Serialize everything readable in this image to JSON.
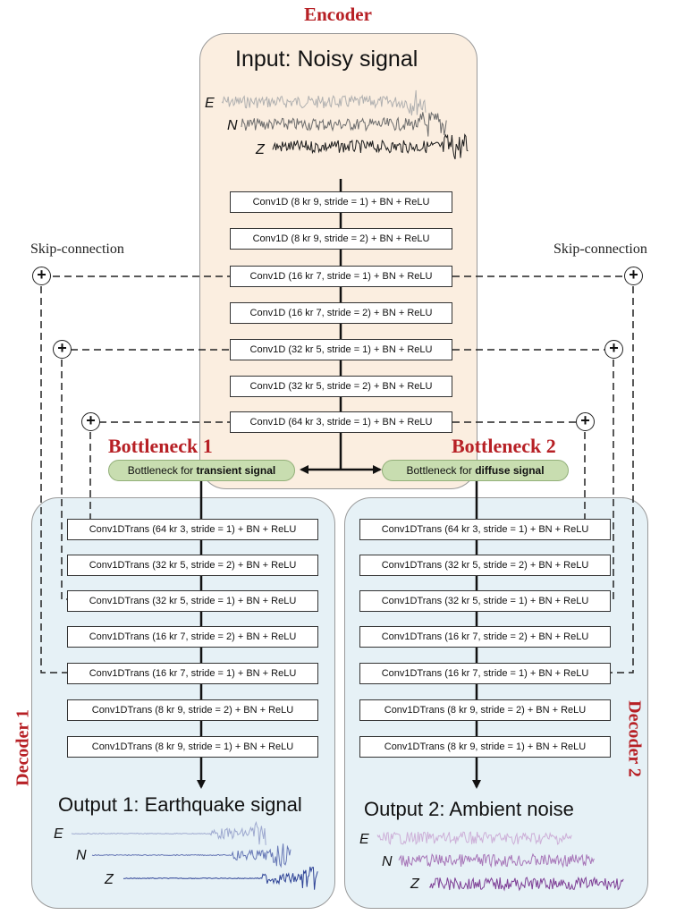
{
  "encoder": {
    "title": "Encoder",
    "input_label": "Input: Noisy signal",
    "components": [
      "E",
      "N",
      "Z"
    ],
    "layers": [
      "Conv1D (8 kr 9, stride = 1) + BN + ReLU",
      "Conv1D (8 kr 9, stride = 2) + BN + ReLU",
      "Conv1D (16 kr 7, stride = 1) + BN + ReLU",
      "Conv1D (16 kr 7, stride = 2) + BN + ReLU",
      "Conv1D (32 kr 5, stride = 1) + BN + ReLU",
      "Conv1D (32 kr 5, stride = 2) + BN + ReLU",
      "Conv1D (64 kr 3, stride = 1) + BN + ReLU"
    ]
  },
  "skip": {
    "left_label": "Skip-connection",
    "right_label": "Skip-connection",
    "symbol": "+"
  },
  "bottlenecks": [
    {
      "title": "Bottleneck 1",
      "prefix": "Bottleneck for ",
      "emphasis": "transient signal"
    },
    {
      "title": "Bottleneck 2",
      "prefix": "Bottleneck for ",
      "emphasis": "diffuse signal"
    }
  ],
  "decoder1": {
    "title": "Decoder 1",
    "output_label": "Output 1: Earthquake signal",
    "components": [
      "E",
      "N",
      "Z"
    ],
    "layers": [
      "Conv1DTrans (64 kr 3, stride = 1) + BN + ReLU",
      "Conv1DTrans (32 kr 5, stride = 2) + BN + ReLU",
      "Conv1DTrans (32 kr 5, stride = 1) + BN + ReLU",
      "Conv1DTrans (16 kr 7, stride = 2) + BN + ReLU",
      "Conv1DTrans (16 kr 7, stride = 1) + BN + ReLU",
      "Conv1DTrans (8 kr 9, stride = 2) + BN + ReLU",
      "Conv1DTrans (8 kr 9, stride = 1) + BN + ReLU"
    ]
  },
  "decoder2": {
    "title": "Decoder 2",
    "output_label": "Output 2: Ambient noise",
    "components": [
      "E",
      "N",
      "Z"
    ],
    "layers": [
      "Conv1DTrans (64 kr 3, stride = 1) + BN + ReLU",
      "Conv1DTrans (32 kr 5, stride = 2) + BN + ReLU",
      "Conv1DTrans (32 kr 5, stride = 1) + BN + ReLU",
      "Conv1DTrans (16 kr 7, stride = 2) + BN + ReLU",
      "Conv1DTrans (16 kr 7, stride = 1) + BN + ReLU",
      "Conv1DTrans (8 kr 9, stride = 2) + BN + ReLU",
      "Conv1DTrans (8 kr 9, stride = 1) + BN + ReLU"
    ]
  },
  "colors": {
    "title_red": "#b72025",
    "encoder_bg": "#fbeee0",
    "decoder_bg": "#e6f1f6",
    "bottleneck_bg": "#c8ddb0",
    "input_traces": [
      "#b0b0b0",
      "#6c6c6c",
      "#1c1c1c"
    ],
    "output1_traces": [
      "#9ea9cf",
      "#6677b5",
      "#2e4396"
    ],
    "output2_traces": [
      "#cdb0d8",
      "#a776b8",
      "#7e3f96"
    ]
  }
}
